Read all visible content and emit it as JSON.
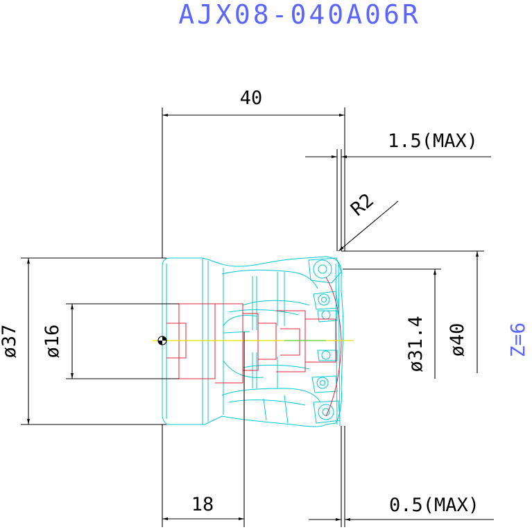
{
  "title": "AJX08-040A06R",
  "colors": {
    "title": "#5a64ff",
    "dimension": "#000000",
    "body_outline": "#00c8d2",
    "internal_bore": "#e0203a",
    "centerline": "#e8e000",
    "background": "#ffffff"
  },
  "dimensions": {
    "overall_length": "40",
    "max_depth_top": "1.5(MAX)",
    "corner_radius": "R2",
    "body_diameter": "ø37",
    "bore_diameter": "ø16",
    "insert_circle_diameter": "ø31.4",
    "cutting_diameter": "ø40",
    "shank_length": "18",
    "max_depth_bottom": "0.5(MAX)"
  },
  "flute_count": "Z=6"
}
